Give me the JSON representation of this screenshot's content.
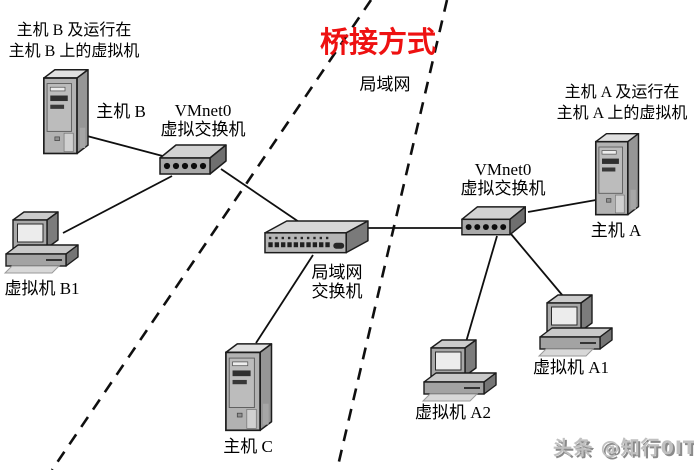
{
  "title": {
    "text": "桥接方式"
  },
  "annotations": {
    "lan_area_label": "局域网",
    "group_b_line1": "主机 B 及运行在",
    "group_b_line2": "主机 B 上的虚拟机",
    "group_a_line1": "主机 A 及运行在",
    "group_a_line2": "主机 A 上的虚拟机"
  },
  "nodes": {
    "host_b": {
      "type": "tower-server-icon",
      "label": "主机 B"
    },
    "vmnet0_b": {
      "type": "virtual-switch-icon",
      "name": "VMnet0",
      "label": "虚拟交换机"
    },
    "vm_b1": {
      "type": "desktop-pc-icon",
      "label": "虚拟机 B1"
    },
    "lan_switch": {
      "type": "lan-switch-icon",
      "label_line1": "局域网",
      "label_line2": "交换机"
    },
    "host_c": {
      "type": "tower-server-icon",
      "label": "主机 C"
    },
    "vmnet0_a": {
      "type": "virtual-switch-icon",
      "name": "VMnet0",
      "label": "虚拟交换机"
    },
    "host_a": {
      "type": "tower-server-icon",
      "label": "主机 A"
    },
    "vm_a1": {
      "type": "desktop-pc-icon",
      "label": "虚拟机 A1"
    },
    "vm_a2": {
      "type": "desktop-pc-icon",
      "label": "虚拟机 A2"
    }
  },
  "edges": [
    {
      "from": "host_b",
      "to": "vmnet0_b"
    },
    {
      "from": "vmnet0_b",
      "to": "vm_b1"
    },
    {
      "from": "vmnet0_b",
      "to": "lan_switch"
    },
    {
      "from": "lan_switch",
      "to": "vmnet0_a"
    },
    {
      "from": "lan_switch",
      "to": "host_c"
    },
    {
      "from": "vmnet0_a",
      "to": "host_a"
    },
    {
      "from": "vmnet0_a",
      "to": "vm_a1"
    },
    {
      "from": "vmnet0_a",
      "to": "vm_a2"
    }
  ],
  "watermark": {
    "text": "头条 @知行0IT"
  },
  "colors": {
    "title_red": "#ee1111",
    "watermark_gray": "#c0c0c0",
    "line_black": "#0f0f0f"
  }
}
